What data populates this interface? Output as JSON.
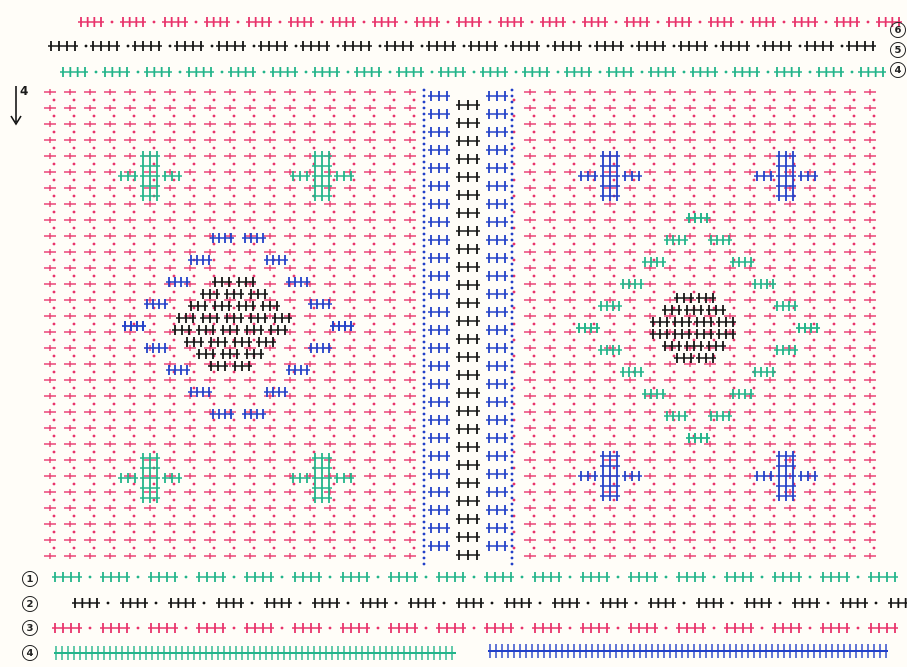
{
  "pattern": {
    "colors": {
      "pink": "#e8336b",
      "black": "#141414",
      "green": "#23b48a",
      "blue": "#2240c8",
      "dot": "#e8336b",
      "paper": "#fffdf8"
    },
    "row_markers_top": [
      "6",
      "5",
      "4"
    ],
    "row_markers_bottom": [
      "1",
      "2",
      "3",
      "4"
    ],
    "arrow_label": "4",
    "motifs": [
      {
        "kind": "diamond",
        "center": "left"
      },
      {
        "kind": "diamond",
        "center": "right"
      },
      {
        "kind": "cross",
        "color": "green"
      },
      {
        "kind": "cross",
        "color": "blue"
      },
      {
        "kind": "central-column",
        "color": "black-blue"
      }
    ]
  }
}
